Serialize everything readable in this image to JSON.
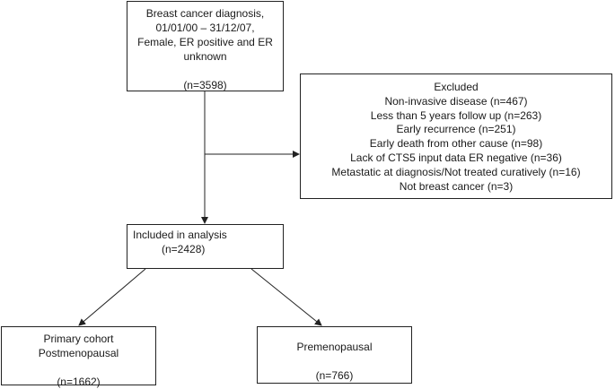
{
  "diagnosis": {
    "lines": [
      "Breast cancer diagnosis,",
      "01/01/00 – 31/12/07,",
      "Female, ER positive and ER",
      "unknown"
    ],
    "count": "(n=3598)"
  },
  "excluded": {
    "title": "Excluded",
    "items": [
      "Non-invasive disease  (n=467)",
      "Less than 5 years follow up (n=263)",
      "Early recurrence (n=251)",
      "Early death from other cause (n=98)",
      "Lack of CTS5 input data ER negative (n=36)",
      "Metastatic at diagnosis/Not treated curatively (n=16)",
      "Not breast cancer (n=3)"
    ]
  },
  "included": {
    "label": "Included in analysis",
    "count": "(n=2428)"
  },
  "primary": {
    "lines": [
      "Primary cohort",
      "Postmenopausal"
    ],
    "count": "(n=1662)"
  },
  "premenopausal": {
    "label": "Premenopausal",
    "count": "(n=766)"
  },
  "colors": {
    "line": "#222222",
    "border": "#222222"
  }
}
